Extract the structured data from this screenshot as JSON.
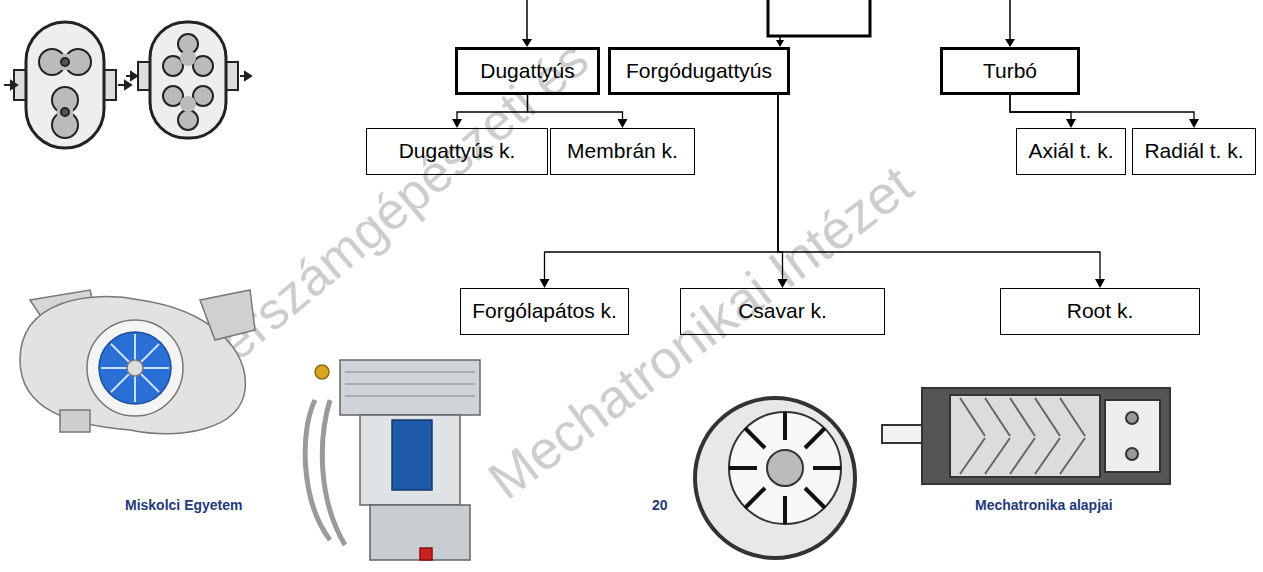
{
  "diagram": {
    "nodes": [
      {
        "text": [
          "Dugattyús"
        ]
      },
      {
        "text": [
          "Forgódugattyús"
        ]
      },
      {
        "text": [
          "Turbó"
        ]
      },
      {
        "text": [
          "Dugattyús k."
        ]
      },
      {
        "text": [
          "Membrán k."
        ]
      },
      {
        "text": [
          "Axiál t. k."
        ]
      },
      {
        "text": [
          "Radiál t. k."
        ]
      },
      {
        "text": [
          "Forgólapátos k."
        ]
      },
      {
        "text": [
          "Csavar k."
        ]
      },
      {
        "text": [
          "Root k."
        ]
      }
    ],
    "edges": [
      {
        "from": 0,
        "to": 3,
        "arrow": "to"
      },
      {
        "from": 0,
        "to": 4,
        "arrow": "to"
      },
      {
        "from": 2,
        "to": 5,
        "arrow": "to"
      },
      {
        "from": 2,
        "to": 6,
        "arrow": "to"
      },
      {
        "from": 1,
        "to": 7,
        "arrow": "to"
      },
      {
        "from": 1,
        "to": 8,
        "arrow": "to"
      },
      {
        "from": 1,
        "to": 9,
        "arrow": "to"
      }
    ],
    "labels": [
      "Szerszámgépészeti és",
      "Mechatronikai Intézet",
      "Miskolci Egyetem",
      "20",
      "Mechatronika alapjai"
    ]
  }
}
